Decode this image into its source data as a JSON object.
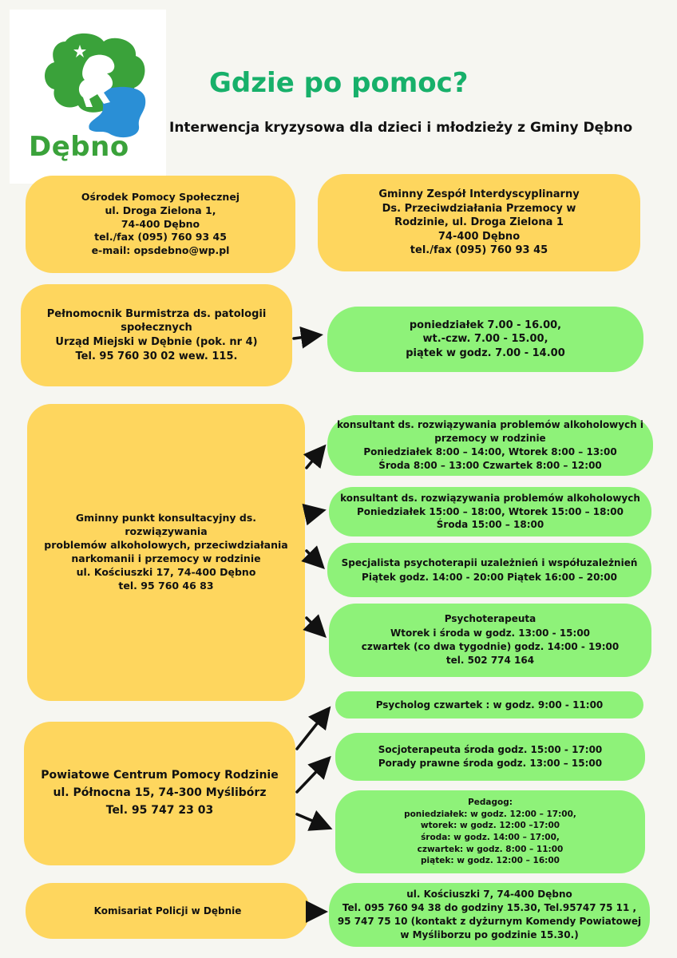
{
  "logo": {
    "name": "Dębno"
  },
  "header": {
    "title": "Gdzie po pomoc?",
    "subtitle": "Interwencja kryzysowa dla dzieci i młodzieży z Gminy Dębno"
  },
  "ops": {
    "lines": [
      "Ośrodek Pomocy Społecznej",
      "ul. Droga Zielona 1,",
      "74-400 Dębno",
      "tel./fax (095) 760 93 45",
      "e-mail: opsdebno@wp.pl"
    ]
  },
  "gzi": {
    "lines": [
      "Gminny Zespół Interdyscyplinarny",
      "Ds. Przeciwdziałania Przemocy w",
      "Rodzinie, ul. Droga Zielona 1",
      "74-400 Dębno",
      "tel./fax (095) 760 93 45"
    ]
  },
  "pelnomocnik": {
    "lines": [
      "Pełnomocnik Burmistrza ds. patologii",
      "społecznych",
      "Urząd Miejski w Dębnie (pok. nr 4)",
      "Tel. 95 760 30 02 wew. 115."
    ]
  },
  "pelnomocnik_hours": {
    "lines": [
      "poniedziałek 7.00 - 16.00,",
      "wt.-czw. 7.00 - 15.00,",
      "piątek w godz. 7.00 - 14.00"
    ]
  },
  "gpk": {
    "lines": [
      "Gminny punkt konsultacyjny ds. rozwiązywania",
      "problemów alkoholowych, przeciwdziałania",
      "narkomanii i przemocy w rodzinie",
      "ul. Kościuszki 17, 74-400 Dębno",
      "tel. 95 760 46 83"
    ]
  },
  "gpk_items": [
    {
      "lines": [
        "konsultant ds. rozwiązywania problemów alkoholowych i",
        "przemocy w rodzinie",
        "Poniedziałek 8:00 – 14:00, Wtorek 8:00 – 13:00",
        "Środa 8:00 – 13:00 Czwartek 8:00 – 12:00"
      ]
    },
    {
      "lines": [
        "konsultant ds. rozwiązywania problemów alkoholowych",
        "Poniedziałek 15:00 – 18:00, Wtorek 15:00 – 18:00",
        "Środa 15:00 – 18:00"
      ]
    },
    {
      "lines": [
        "Specjalista psychoterapii uzależnień i współuzależnień",
        "Piątek godz. 14:00 - 20:00 Piątek 16:00 – 20:00"
      ]
    },
    {
      "lines": [
        "Psychoterapeuta",
        "Wtorek i środa w godz. 13:00 - 15:00",
        "czwartek (co dwa tygodnie) godz. 14:00 - 19:00",
        "tel. 502 774 164"
      ]
    }
  ],
  "pcpr": {
    "lines": [
      "Powiatowe Centrum Pomocy Rodzinie",
      "ul. Północna 15, 74-300 Myślibórz",
      "Tel. 95 747 23 03"
    ]
  },
  "pcpr_items": [
    {
      "lines": [
        "Psycholog  czwartek : w godz. 9:00 - 11:00"
      ]
    },
    {
      "lines": [
        "Socjoterapeuta środa  godz. 15:00 - 17:00",
        "Porady prawne środa godz. 13:00 – 15:00"
      ]
    },
    {
      "lines": [
        "Pedagog:",
        "poniedziałek: w godz. 12:00 – 17:00,",
        "wtorek: w godz. 12:00 –17:00",
        "środa: w godz. 14:00 – 17:00,",
        "czwartek: w godz. 8:00 – 11:00",
        "piątek: w godz. 12:00 – 16:00"
      ]
    }
  ],
  "policja": {
    "lines": [
      "Komisariat Policji w Dębnie"
    ]
  },
  "policja_info": {
    "lines": [
      "ul. Kościuszki 7, 74-400 Dębno",
      "Tel. 095 760 94 38 do godziny 15.30, Tel.95747 75 11 ,",
      "95 747 75 10 (kontakt z dyżurnym Komendy Powiatowej",
      "w Myśliborzu po godzinie 15.30.)"
    ]
  }
}
